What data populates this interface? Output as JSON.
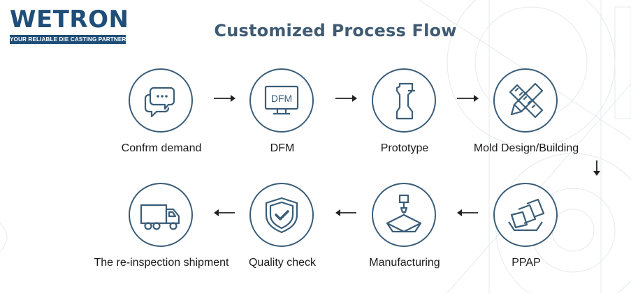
{
  "logo": {
    "wordmark": "WETRON",
    "tagline": "YOUR RELIABLE DIE CASTING PARTNER"
  },
  "title": "Customized Process Flow",
  "steps": [
    {
      "label": "Confrm demand",
      "icon": "chat-bubbles-icon"
    },
    {
      "label": "DFM",
      "icon": "monitor-icon",
      "icon_text": "DFM"
    },
    {
      "label": "Prototype",
      "icon": "part-profile-icon"
    },
    {
      "label": "Mold Design/Building",
      "icon": "pencil-ruler-icon"
    },
    {
      "label": "PPAP",
      "icon": "documents-stack-icon"
    },
    {
      "label": "Manufacturing",
      "icon": "machining-icon"
    },
    {
      "label": "Quality check",
      "icon": "shield-check-icon"
    },
    {
      "label": "The re-inspection shipment",
      "icon": "truck-icon"
    }
  ],
  "colors": {
    "brand": "#1f4e79",
    "icon_stroke": "#3a5d78",
    "title": "#3f5b73",
    "label": "#1a1a1a"
  }
}
